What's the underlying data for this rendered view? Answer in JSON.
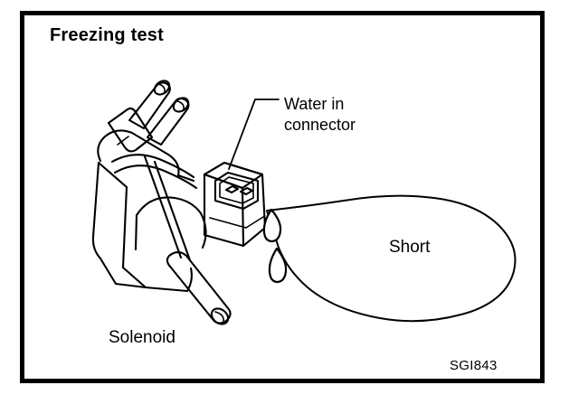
{
  "figure": {
    "title": "Freezing test",
    "code": "SGI843",
    "background_color": "#ffffff",
    "ink_color": "#000000",
    "border_color": "#000000"
  },
  "labels": {
    "water_in_connector": "Water in\nconnector",
    "solenoid": "Solenoid",
    "short": "Short"
  },
  "icons": {
    "solenoid": "solenoid-valve-illustration",
    "connector": "electrical-connector-illustration",
    "water_drop_upper": "water-droplet-icon",
    "water_drop_lower": "water-droplet-icon",
    "callout_balloon": "callout-balloon-shape",
    "leader_line": "leader-line"
  }
}
